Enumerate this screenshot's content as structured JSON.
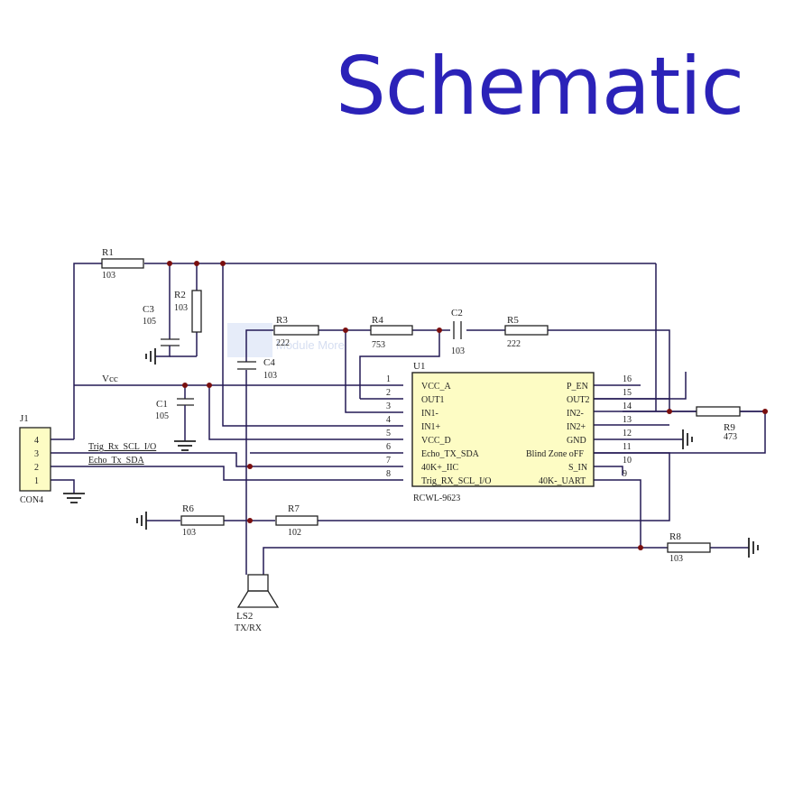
{
  "title": "Schematic",
  "watermark": "Module More",
  "colors": {
    "title": "#2b22b8",
    "wire": "#241a55",
    "ic_fill": "#fdfcc4",
    "junction": "#7a0f0f"
  },
  "components": {
    "R1": {
      "ref": "R1",
      "value": "103"
    },
    "R2": {
      "ref": "R2",
      "value": "103"
    },
    "R3": {
      "ref": "R3",
      "value": "222"
    },
    "R4": {
      "ref": "R4",
      "value": "753"
    },
    "R5": {
      "ref": "R5",
      "value": "222"
    },
    "R6": {
      "ref": "R6",
      "value": "103"
    },
    "R7": {
      "ref": "R7",
      "value": "102"
    },
    "R8": {
      "ref": "R8",
      "value": "103"
    },
    "R9": {
      "ref": "R9",
      "value": "473"
    },
    "C1": {
      "ref": "C1",
      "value": "105"
    },
    "C2": {
      "ref": "C2",
      "value": "103"
    },
    "C3": {
      "ref": "C3",
      "value": "105"
    },
    "C4": {
      "ref": "C4",
      "value": "103"
    },
    "LS2": {
      "ref": "LS2",
      "value": "TX/RX"
    },
    "J1": {
      "ref": "J1",
      "name": "CON4",
      "pins": [
        "4",
        "3",
        "2",
        "1"
      ]
    },
    "U1": {
      "ref": "U1",
      "name": "RCWL-9623",
      "left_pins": [
        {
          "num": "1",
          "name": "VCC_A"
        },
        {
          "num": "2",
          "name": "OUT1"
        },
        {
          "num": "3",
          "name": "IN1-"
        },
        {
          "num": "4",
          "name": "IN1+"
        },
        {
          "num": "5",
          "name": "VCC_D"
        },
        {
          "num": "6",
          "name": "Echo_TX_SDA"
        },
        {
          "num": "7",
          "name": "40K+_IIC"
        },
        {
          "num": "8",
          "name": "Trig_RX_SCL_I/O"
        }
      ],
      "right_pins": [
        {
          "num": "16",
          "name": "P_EN"
        },
        {
          "num": "15",
          "name": "OUT2"
        },
        {
          "num": "14",
          "name": "IN2-"
        },
        {
          "num": "13",
          "name": "IN2+"
        },
        {
          "num": "12",
          "name": "GND"
        },
        {
          "num": "11",
          "name": "Blind Zone oFF"
        },
        {
          "num": "10",
          "name": "S_IN"
        },
        {
          "num": "9",
          "name": "40K-_UART"
        }
      ]
    }
  },
  "net_labels": {
    "vcc": "Vcc",
    "trig": "Trig_Rx_SCL_I/O",
    "echo": "Echo_Tx_SDA"
  }
}
